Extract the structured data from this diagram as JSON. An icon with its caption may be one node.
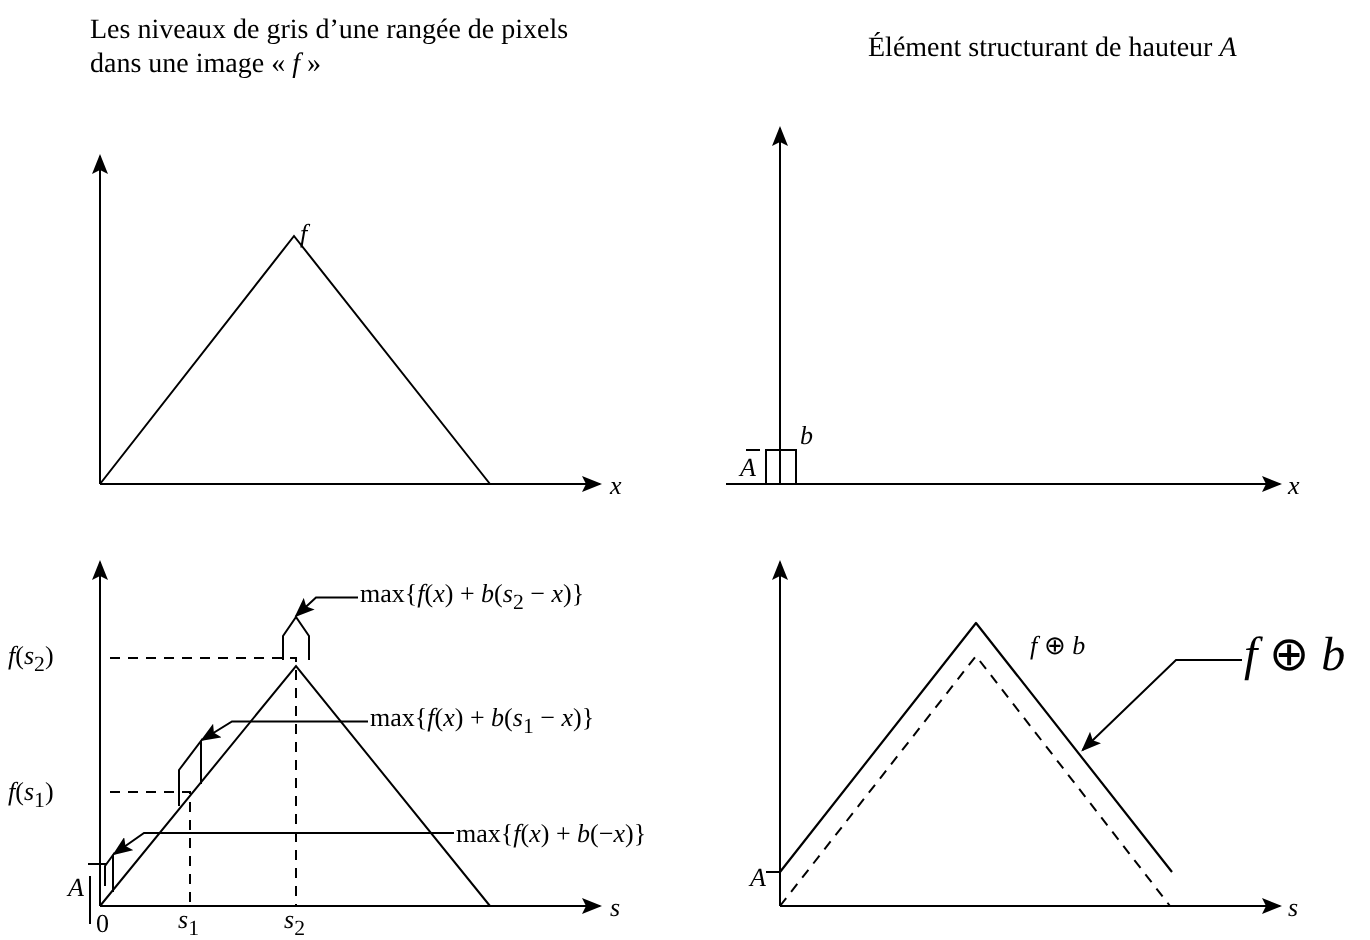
{
  "diagram": {
    "nodes": [
      {
        "text": [
          "max{*f*(*x*) + *b*(*s*$_{2}$ − *x*)}"
        ]
      },
      {
        "text": [
          "max{*f*(*x*) + *b*(*s*$_{1}$ − *x*)}"
        ]
      },
      {
        "text": [
          "max{*f*(*x*) + *b*(−*x*)}"
        ]
      },
      {
        "text": [
          "*f* ⊕ *b*"
        ]
      },
      {
        "text": [],
        "shape": "box"
      },
      {
        "text": [],
        "shape": "box"
      },
      {
        "text": [],
        "shape": "box"
      },
      {
        "text": [],
        "shape": "line"
      }
    ],
    "edges": [
      {
        "from": 0,
        "to": 4,
        "arrow": "to"
      },
      {
        "from": 1,
        "to": 5,
        "arrow": "to"
      },
      {
        "from": 2,
        "to": 6,
        "arrow": "to"
      },
      {
        "from": 3,
        "to": 7,
        "arrow": "to"
      }
    ],
    "labels": [
      "Les niveaux de gris d’une rangée de pixels dans une image « *f* »",
      "Élément structurant de hauteur *A*",
      "f",
      "b",
      "A",
      "x",
      "x",
      "*f*(*s*$_{2}$)",
      "*f* ⊕ *b*",
      "*f*(*s*$_{1}$)",
      "A",
      "A",
      "s",
      "s",
      "0",
      "*s*$_{1}$",
      "*s*$_{2}$"
    ]
  }
}
